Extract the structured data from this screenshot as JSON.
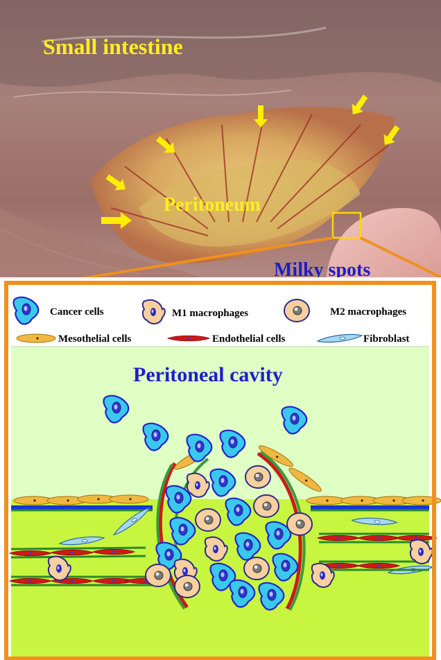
{
  "photo": {
    "labels": {
      "small_intestine": "Small intestine",
      "peritoneum": "Peritoneum",
      "milky_spots": "Milky spots"
    },
    "label_colors": {
      "yellow": "#ffee22",
      "blue": "#1e1ec8",
      "arrow": "#ffee00",
      "inset_box": "#ffd800"
    }
  },
  "legend": {
    "items": [
      {
        "label": "Cancer cells",
        "icon": "cancer-cell-icon"
      },
      {
        "label": "M1 macrophages",
        "icon": "m1-macrophage-icon"
      },
      {
        "label": "M2 macrophages",
        "icon": "m2-macrophage-icon"
      },
      {
        "label": "Mesothelial cells",
        "icon": "mesothelial-cell-icon"
      },
      {
        "label": "Endothelial cells",
        "icon": "endothelial-cell-icon"
      },
      {
        "label": "Fibroblast",
        "icon": "fibroblast-icon"
      }
    ]
  },
  "diagram": {
    "cavity_label": "Peritoneal cavity",
    "colors": {
      "frame": "#f0901e",
      "cavity_bg": "#e0ffc4",
      "tissue_bg": "#c8f540",
      "membrane": "#1535d8",
      "cancer_fill": "#3ac8ec",
      "cancer_edge": "#2222cc",
      "macrophage_fill": "#f8d0a0",
      "vessel": "#cc1a1a",
      "vessel_edge": "#3a9a3a"
    }
  }
}
